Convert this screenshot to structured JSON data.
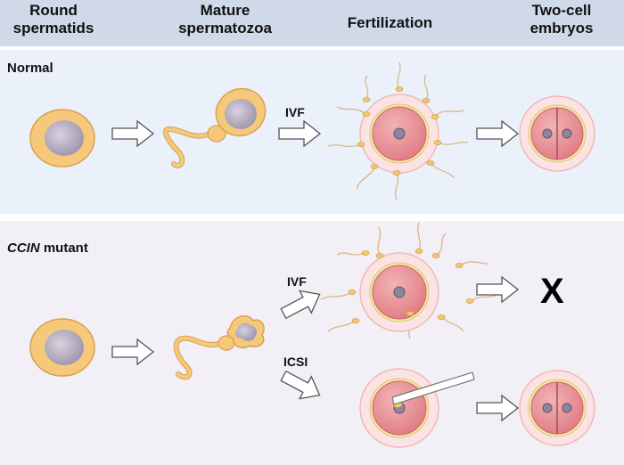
{
  "header": {
    "col1": [
      "Round",
      "spermatids"
    ],
    "col2": [
      "Mature",
      "spermatozoa"
    ],
    "col3": [
      "Fertilization"
    ],
    "col4": [
      "Two-cell",
      "embryos"
    ]
  },
  "rows": {
    "normal": {
      "label": "Normal",
      "ivf_label": "IVF"
    },
    "mutant": {
      "label_gene": "CCIN",
      "label_rest": " mutant",
      "ivf_label": "IVF",
      "icsi_label": "ICSI",
      "failure_mark": "X"
    }
  },
  "colors": {
    "header_bg": "#cfd9e8",
    "normal_bg": "#eaf1fb",
    "mutant_bg": "#f2eff6",
    "spermatid_fill": "#f6c97a",
    "nucleus_fill": "#b9b0c4",
    "egg_fill": "#e98c92",
    "zona_fill": "#f6dada"
  }
}
